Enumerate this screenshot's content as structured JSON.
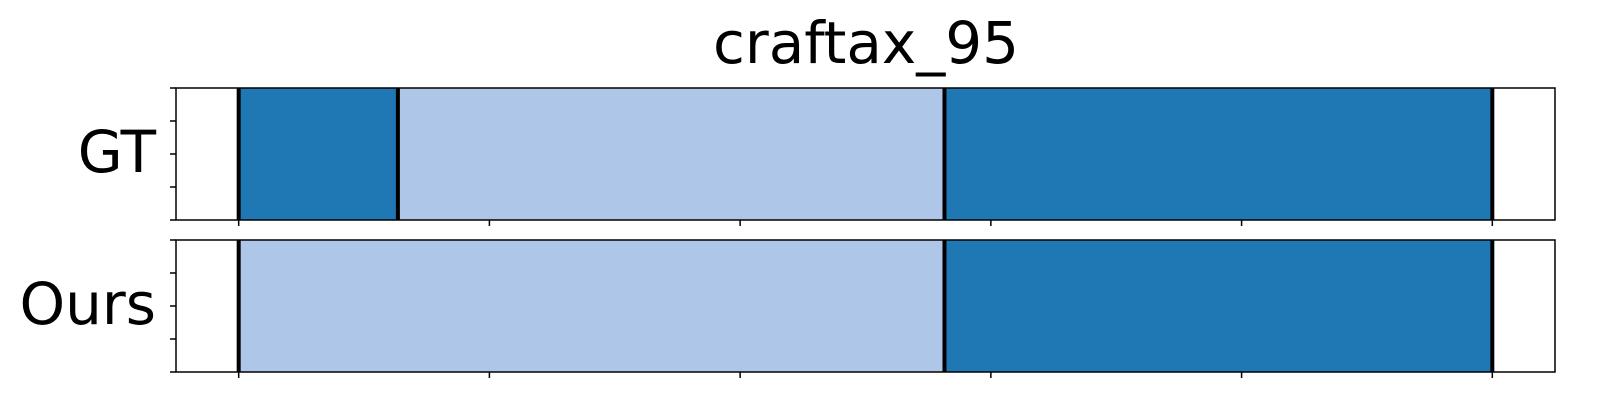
{
  "chart_data": {
    "type": "bar",
    "subtype": "horizontal-segmentation-timeline",
    "title": "craftax_95",
    "xlabel": "",
    "ylabel": "",
    "xlim": [
      0,
      110
    ],
    "x_ticks": [
      5,
      25,
      45,
      65,
      85,
      105
    ],
    "show_tick_labels": false,
    "grid": false,
    "legend": "none",
    "colors": {
      "dark": "#1f77b4",
      "light": "#aec7e8",
      "boundary": "#000000"
    },
    "rows": [
      {
        "label": "GT",
        "segments": [
          {
            "start": 5,
            "end": 17.7,
            "class": "dark"
          },
          {
            "start": 17.7,
            "end": 61.3,
            "class": "light"
          },
          {
            "start": 61.3,
            "end": 105,
            "class": "dark"
          }
        ],
        "boundaries": [
          5,
          17.7,
          61.3,
          105
        ]
      },
      {
        "label": "Ours",
        "segments": [
          {
            "start": 5,
            "end": 61.3,
            "class": "light"
          },
          {
            "start": 61.3,
            "end": 105,
            "class": "dark"
          }
        ],
        "boundaries": [
          5,
          61.3,
          105
        ]
      }
    ]
  }
}
